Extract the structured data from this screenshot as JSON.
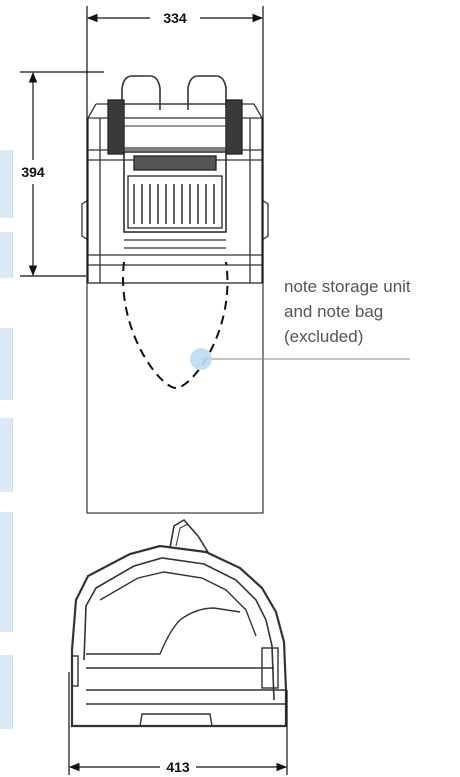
{
  "dimensions": {
    "width_top": "334",
    "height_top": "394",
    "width_side": "413"
  },
  "callout": {
    "lines": [
      "note storage unit",
      "and note bag",
      "(excluded)"
    ]
  },
  "colors": {
    "line": "#333333",
    "callout_text": "#555555",
    "callout_dot": "#bcdcf3",
    "side_tabs": "#dbeaf6"
  }
}
